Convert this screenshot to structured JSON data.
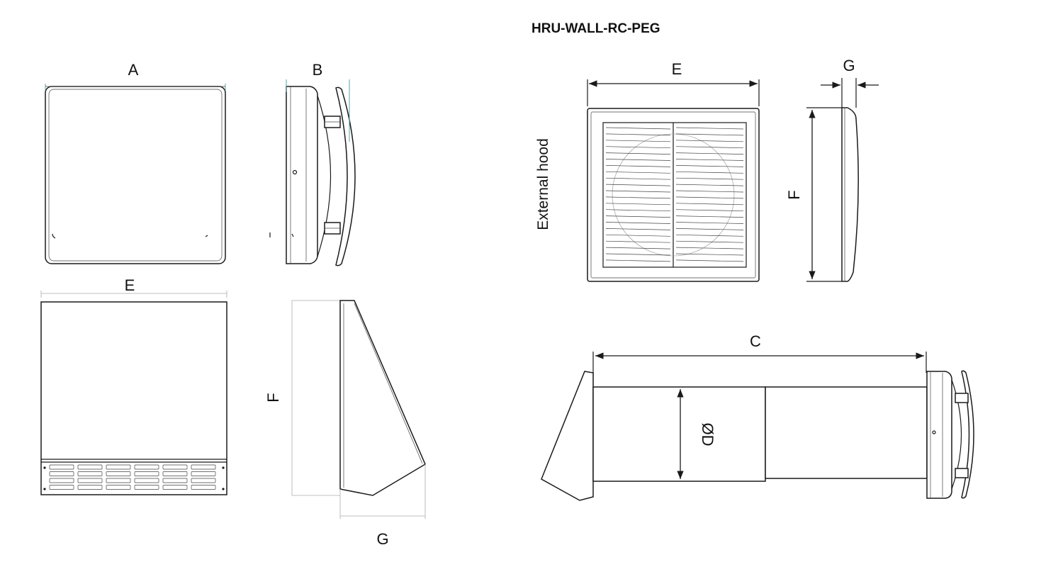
{
  "title": "HRU-WALL-RC-PEG",
  "side_label": "External hood",
  "labels": {
    "a": "A",
    "b": "B",
    "e_left": "E",
    "f_left": "F",
    "g_left": "G",
    "e_right": "E",
    "g_right": "G",
    "f_right": "F",
    "c": "C",
    "d": "ØD"
  }
}
